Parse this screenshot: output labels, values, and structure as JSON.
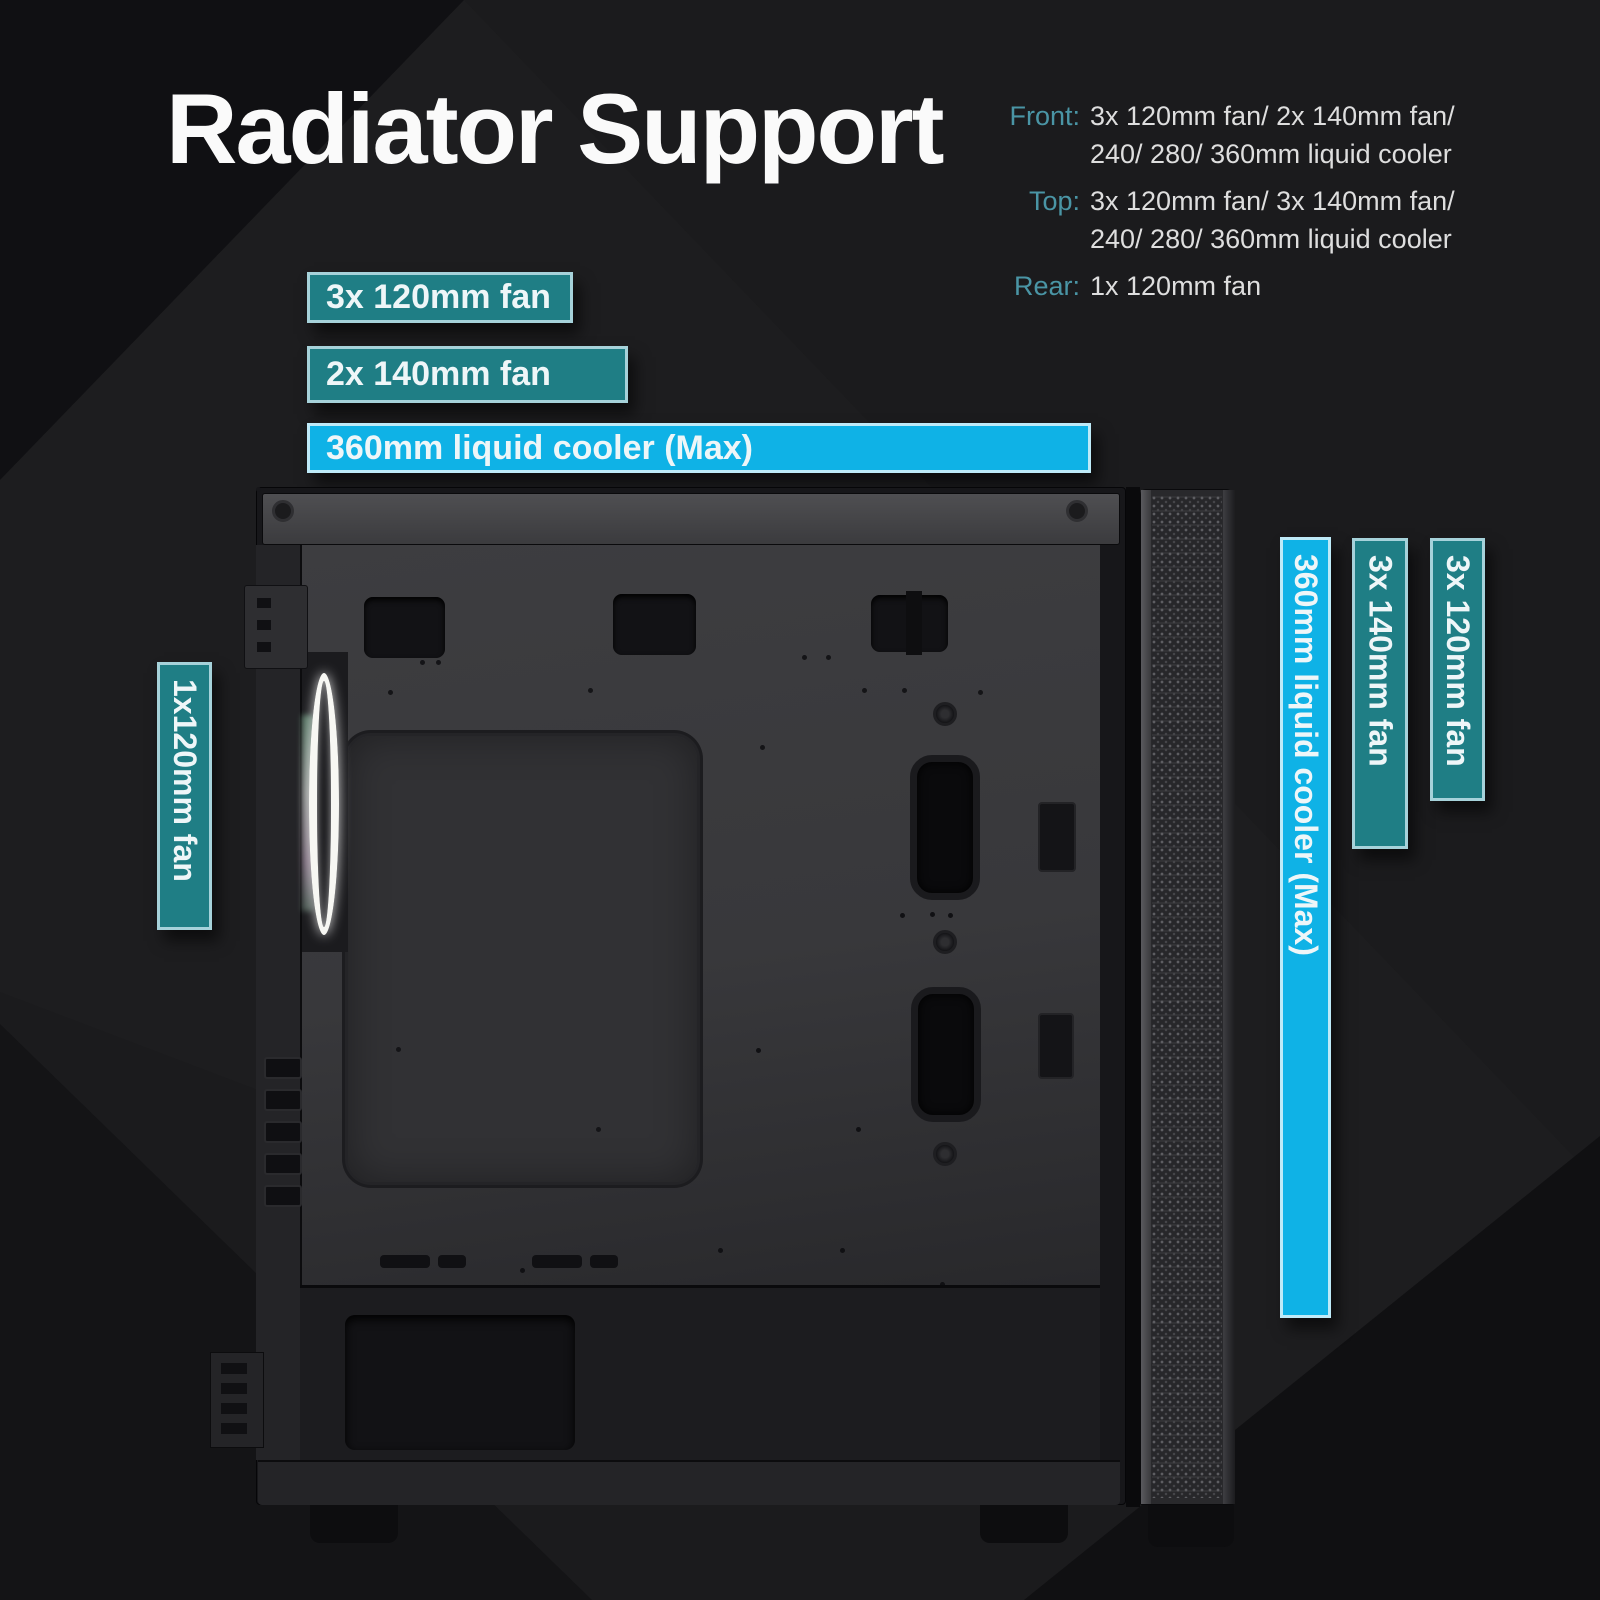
{
  "title": "Radiator Support",
  "specs": [
    {
      "label": "Front:",
      "lines": [
        "3x 120mm fan/ 2x 140mm fan/",
        "240/ 280/ 360mm liquid cooler"
      ]
    },
    {
      "label": "Top:",
      "lines": [
        "3x 120mm fan/ 3x 140mm fan/",
        "240/ 280/ 360mm liquid cooler"
      ]
    },
    {
      "label": "Rear:",
      "lines": [
        "1x 120mm fan"
      ]
    }
  ],
  "bars": {
    "top": [
      {
        "label": "3x 120mm fan",
        "color": "#1f7e85"
      },
      {
        "label": "2x 140mm fan",
        "color": "#1f7e85"
      },
      {
        "label": "360mm liquid cooler (Max)",
        "color": "#0fb2e6"
      }
    ],
    "front": [
      {
        "label": "360mm liquid cooler (Max)",
        "color": "#0fb2e6"
      },
      {
        "label": "3x 140mm fan",
        "color": "#1f7e85"
      },
      {
        "label": "3x 120mm fan",
        "color": "#1f7e85"
      }
    ],
    "rear": {
      "label": "1x120mm fan",
      "color": "#1f7e85"
    }
  },
  "colors": {
    "teal_bar": "#1f7e85",
    "cyan_bar": "#0fb2e6",
    "spec_label": "#4a95a5",
    "title_text": "#fafafa",
    "background": "#1b1b1d"
  }
}
